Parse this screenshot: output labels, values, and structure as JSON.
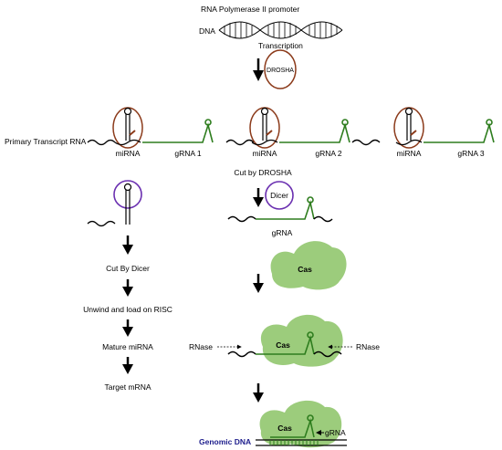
{
  "labels": {
    "promoter": "RNA Polymerase II promoter",
    "dna": "DNA",
    "transcription": "Transcription",
    "drosha_enzyme": "DROSHA",
    "primary_transcript": "Primary Transcript RNA",
    "mirna_1": "miRNA",
    "grna_1": "gRNA 1",
    "mirna_2": "miRNA",
    "grna_2": "gRNA 2",
    "mirna_3": "miRNA",
    "grna_3": "gRNA 3",
    "cut_by_drosha": "Cut by DROSHA",
    "dicer": "Dicer",
    "grna": "gRNA",
    "cut_by_dicer": "Cut By Dicer",
    "unwind_load": "Unwind and load on RISC",
    "mature_mirna": "Mature miRNA",
    "target_mrna": "Target mRNA",
    "cas_1": "Cas",
    "rnase_left": "RNase",
    "cas_2": "Cas",
    "rnase_right": "RNase",
    "cas_3": "Cas",
    "grna_bottom": "gRNA",
    "genomic_dna": "Genomic DNA"
  },
  "colors": {
    "grna_green": "#2e7d1e",
    "cas_green": "#9ccc7c",
    "drosha_brown": "#8b3a1a",
    "dicer_purple": "#6a2fb0",
    "genomic_blue": "#1d1d8c",
    "arrow": "#000000"
  }
}
